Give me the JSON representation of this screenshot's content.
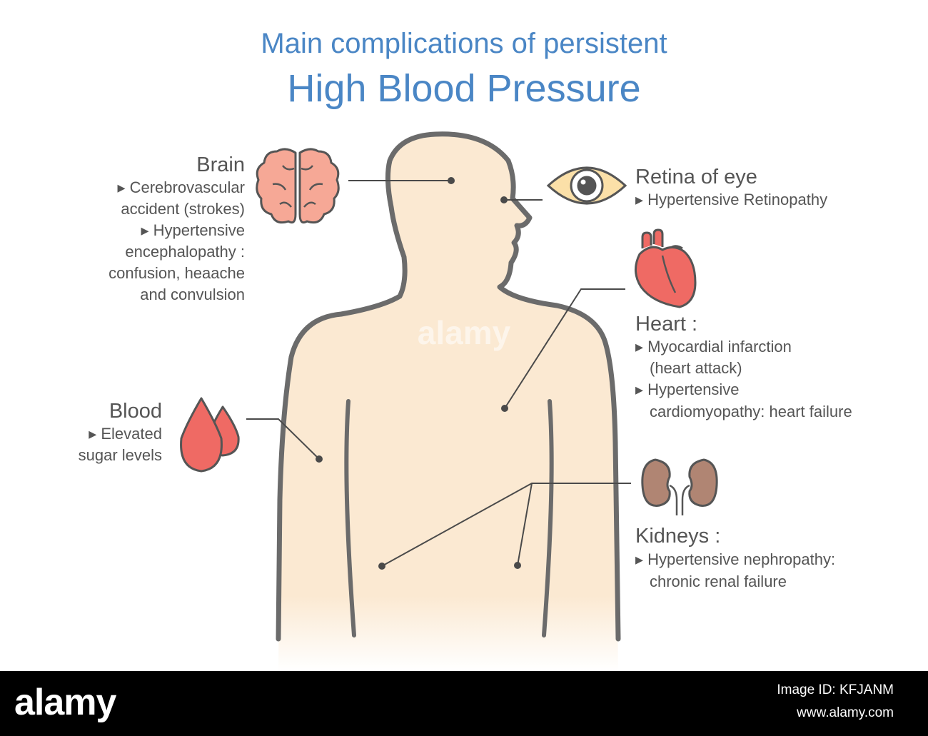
{
  "title": {
    "line1": "Main complications of persistent",
    "line2": "High Blood Pressure"
  },
  "labels": {
    "brain": {
      "heading": "Brain",
      "lines": [
        "▸ Cerebrovascular",
        "accident (strokes)",
        "▸ Hypertensive",
        "encephalopathy :",
        "confusion, heaache",
        "and convulsion"
      ]
    },
    "eye": {
      "heading": "Retina of eye",
      "lines": [
        "▸ Hypertensive Retinopathy"
      ]
    },
    "heart": {
      "heading": "Heart :",
      "lines": [
        "▸ Myocardial infarction",
        "(heart attack)",
        "▸  Hypertensive",
        "cardiomyopathy: heart failure"
      ]
    },
    "blood": {
      "heading": "Blood",
      "lines": [
        "▸ Elevated",
        "sugar levels"
      ]
    },
    "kidneys": {
      "heading": "Kidneys :",
      "lines": [
        "▸ Hypertensive nephropathy:",
        "chronic renal failure"
      ]
    }
  },
  "icons": [
    "brain-icon",
    "eye-icon",
    "heart-icon",
    "blood-drops-icon",
    "kidneys-icon"
  ],
  "colors": {
    "title": "#4a86c5",
    "text": "#555555",
    "body_fill": "#fbe9d2",
    "outline": "#6b6b6b",
    "brain": "#f6a896",
    "heart": "#ef6a64",
    "blood": "#ef6a64",
    "kidney": "#b08573",
    "eye_iris": "#fbe0a8"
  },
  "watermark": "alamy",
  "footer": {
    "logo": "alamy",
    "image_id": "Image ID: KFJANM",
    "url": "www.alamy.com"
  }
}
